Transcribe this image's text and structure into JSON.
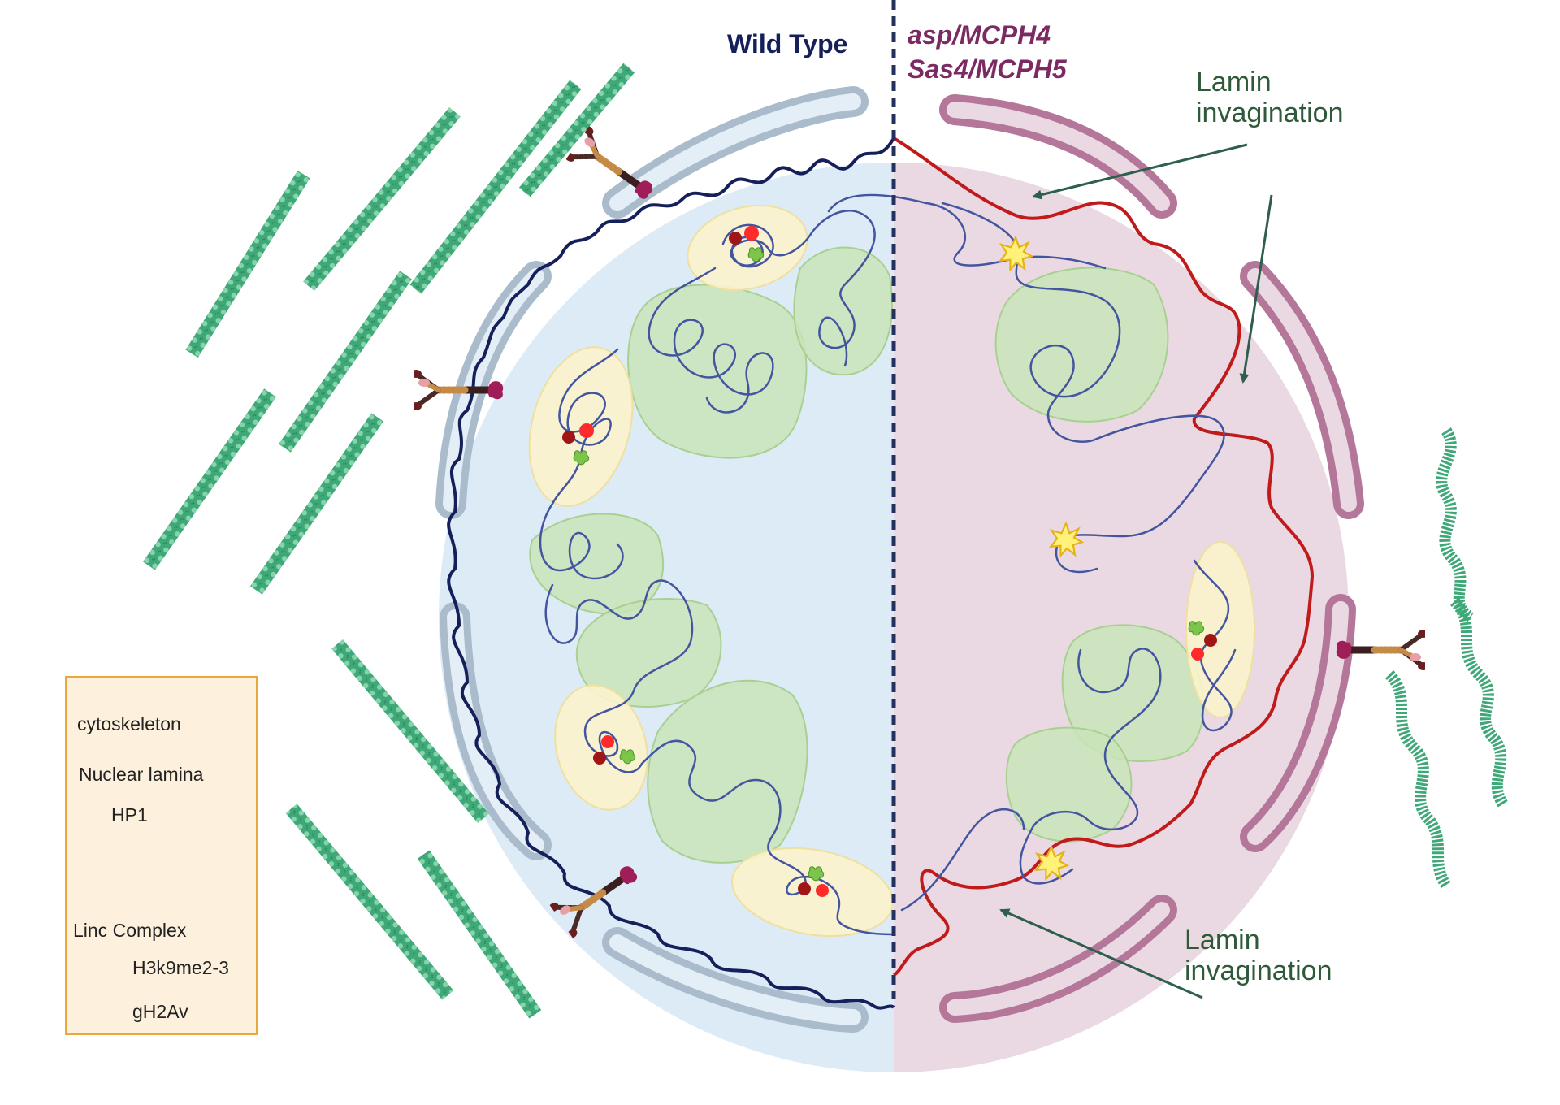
{
  "titles": {
    "wild_type": "Wild Type",
    "mutant_line1": "asp/MCPH4",
    "mutant_line2": "Sas4/MCPH5"
  },
  "annotations": {
    "top": [
      "Lamin",
      "invagination"
    ],
    "bottom": [
      "Lamin",
      "invagination"
    ]
  },
  "legend": {
    "cytoskeleton": "cytoskeleton",
    "nuclear_lamina": "Nuclear lamina",
    "hp1": "HP1",
    "linc_complex": "Linc Complex",
    "h3k9": "H3k9me2-3",
    "gh2av": "gH2Av"
  },
  "colors": {
    "wild_type_nucleus": "#ddebf7",
    "mutant_nucleus": "#ead9e2",
    "lamina_wt": "#15205a",
    "lamina_mutant": "#c01a1a",
    "chromatin": "#4455a0",
    "domain_fill": "#c9e4b9",
    "heterochromatin_fill": "#fbf3cc",
    "cytoskeleton": "#3fa878",
    "wt_envelope": "#aabccc",
    "mutant_envelope": "#b57799",
    "arrow": "#2e5e4e"
  }
}
